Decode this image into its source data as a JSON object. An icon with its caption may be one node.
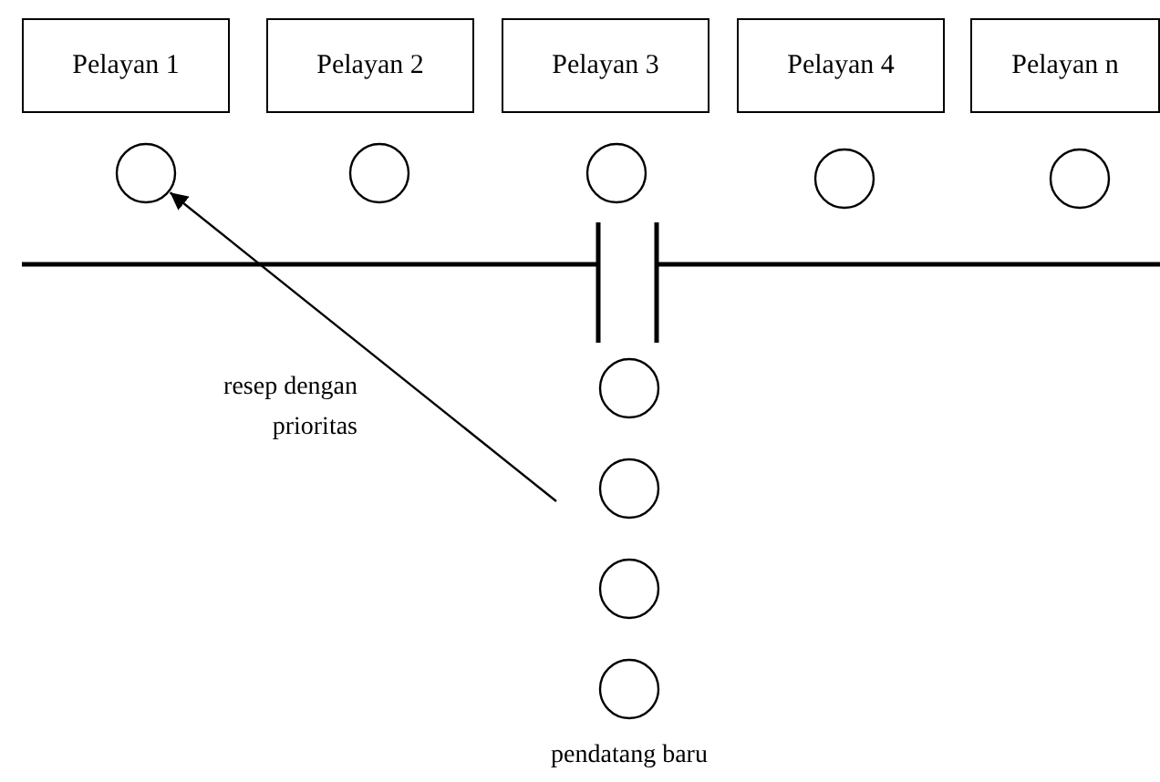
{
  "diagram": {
    "nodes": [
      {
        "text": [
          "Pelayan 1"
        ]
      },
      {
        "text": [
          "Pelayan 2"
        ]
      },
      {
        "text": [
          "Pelayan 3"
        ]
      },
      {
        "text": [
          "Pelayan 4"
        ]
      },
      {
        "text": [
          "Pelayan n"
        ]
      },
      {
        "text": [],
        "shape": "circle"
      },
      {
        "text": [],
        "shape": "circle"
      },
      {
        "text": [],
        "shape": "circle"
      },
      {
        "text": [],
        "shape": "circle"
      },
      {
        "text": [],
        "shape": "circle"
      },
      {
        "text": [],
        "shape": "circle"
      },
      {
        "text": [],
        "shape": "circle"
      },
      {
        "text": [],
        "shape": "circle"
      },
      {
        "text": [],
        "shape": "circle"
      }
    ],
    "edges": [
      {
        "from": null,
        "to": 5,
        "arrow": "to",
        "label": "resep dengan prioritas"
      }
    ],
    "labels": [
      "pendatang baru"
    ]
  }
}
